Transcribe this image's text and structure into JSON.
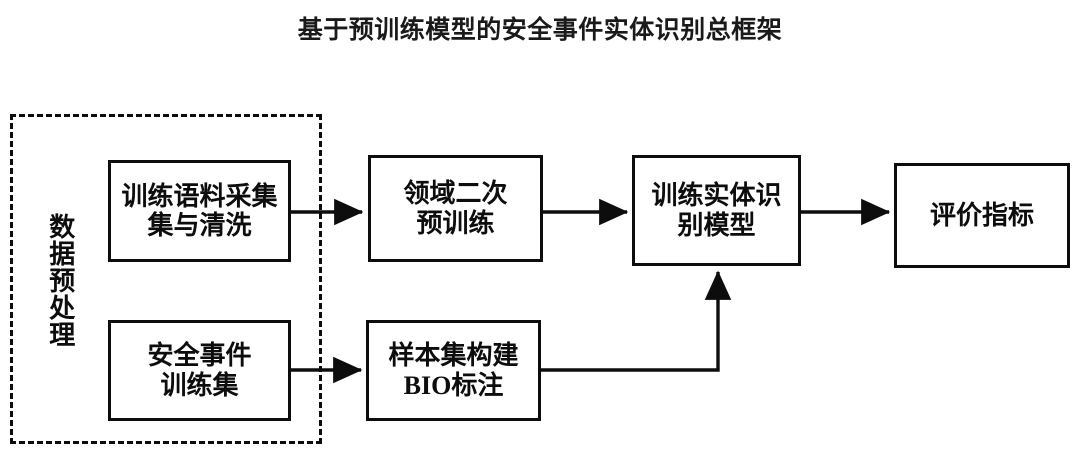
{
  "title": "基于预训练模型的安全事件实体识别总框架",
  "group": {
    "label": "数据预处理",
    "style": "dashed"
  },
  "nodes": [
    {
      "id": "corpus-collection",
      "lines": [
        "训练语料采集",
        "集与清洗"
      ],
      "text": "训练语料采集与清洗"
    },
    {
      "id": "domain-pretrain",
      "lines": [
        "领域二次",
        "预训练"
      ],
      "text": "领域二次预训练"
    },
    {
      "id": "train-ner-model",
      "lines": [
        "训练实体识",
        "别模型"
      ],
      "text": "训练实体识别模型"
    },
    {
      "id": "evaluation-metrics",
      "lines": [
        "评价指标"
      ],
      "text": "评价指标"
    },
    {
      "id": "security-event-trainset",
      "lines": [
        "安全事件",
        "训练集"
      ],
      "text": "安全事件训练集"
    },
    {
      "id": "sample-bio-annotation",
      "lines": [
        "样本集构建",
        "BIO标注"
      ],
      "text": "样本集构建BIO标注"
    }
  ],
  "edges": [
    {
      "from": "corpus-collection",
      "to": "domain-pretrain"
    },
    {
      "from": "domain-pretrain",
      "to": "train-ner-model"
    },
    {
      "from": "train-ner-model",
      "to": "evaluation-metrics"
    },
    {
      "from": "security-event-trainset",
      "to": "sample-bio-annotation"
    },
    {
      "from": "sample-bio-annotation",
      "to": "train-ner-model"
    }
  ],
  "colors": {
    "stroke": "#0d0d0d",
    "fill": "#ffffff",
    "text": "#0d0d0d"
  }
}
